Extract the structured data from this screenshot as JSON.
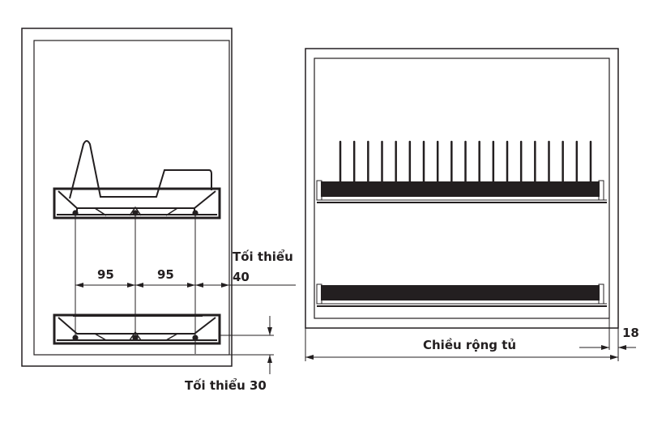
{
  "left_view": {
    "spacing_1": "95",
    "spacing_2": "95",
    "min_side_label": "Tối thiểu",
    "min_side_value": "40",
    "min_bottom_label": "Tối thiểu 30"
  },
  "right_view": {
    "width_label": "Chiều rộng tủ",
    "panel_thickness": "18",
    "tine_count": 19
  },
  "colors": {
    "line": "#231f20",
    "background": "#ffffff"
  }
}
